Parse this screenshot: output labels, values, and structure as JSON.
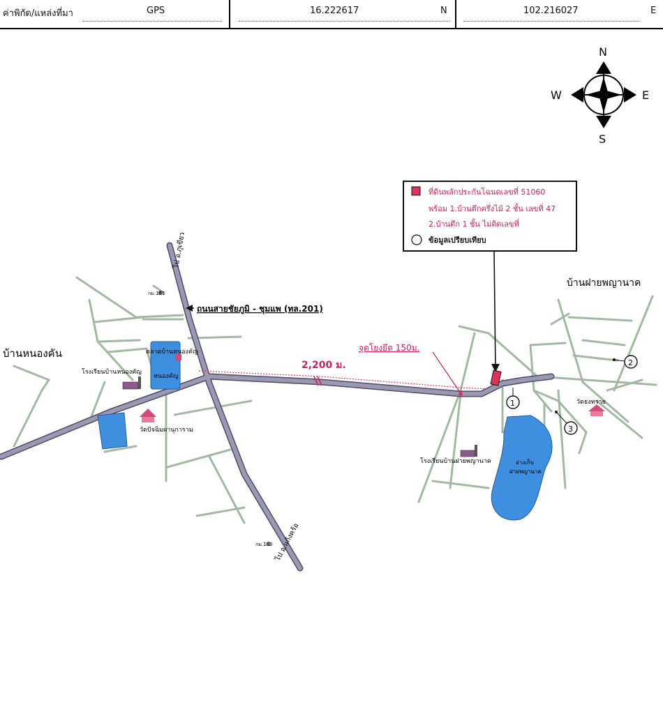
{
  "gps_bar": {
    "source_label": "ค่าพิกัด/แหล่งที่มา",
    "source_value": "GPS",
    "latitude": "16.222617",
    "lat_suffix": "N",
    "longitude": "102.216027",
    "lon_suffix": "E"
  },
  "compass": {
    "n": "N",
    "s": "S",
    "e": "E",
    "w": "W"
  },
  "legend": {
    "line1": "ที่ดินพลักประกันโฉนดเลขที่ 51060",
    "line2": "พร้อม 1.บ้านตึกครึ่งไม้ 2 ชั้น เลขที่ 47",
    "line3": "2.บ้านตึก 1 ชั้น ไม่ติดเลขที่",
    "line4": "ข้อมูลเปรียบเทียบ",
    "subject_color": "#e0325a",
    "text_color": "#d0205a"
  },
  "labels": {
    "village_left": "บ้านหนองคัน",
    "village_right": "บ้านฝายพญานาค",
    "road_name": "ถนนสายชัยภูมิ - ชุมแพ (ทล.201)",
    "to_north": "ไป อ.ภูเขียว",
    "to_south": "ไป อ.แก้งคร้อ",
    "km181": "กม.181",
    "km180": "กม.180",
    "market": "ตลาดบ้านหนองคัญ",
    "pond_left": "หนองคัญ",
    "school_left": "โรงเรียนบ้านหนองคัญ",
    "temple_left": "วัดปัจฉิมผานุการาม",
    "school_right": "โรงเรียนบ้านฝายพญานาค",
    "reservoir_line1": "อ่างเก็บ",
    "reservoir_line2": "ฝายพญานาค",
    "temple_right": "วัดธงทราย",
    "distance": "2,200 ม.",
    "junction": "จุดโยงยึด 150ม.",
    "marker1": "1",
    "marker2": "2",
    "marker3": "3"
  },
  "colors": {
    "main_road": "#9a98b2",
    "main_road_edge": "#4d4d66",
    "minor_road": "#a3b8a3",
    "water": "#3e8fe0",
    "highlight": "#e0325a"
  }
}
